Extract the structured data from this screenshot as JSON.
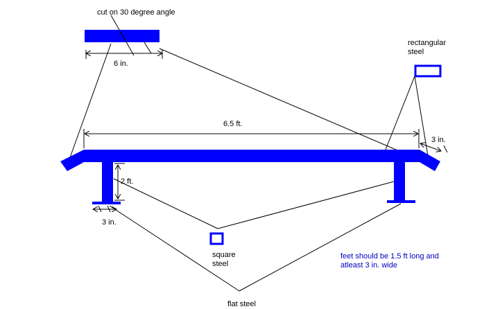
{
  "colors": {
    "steel": "#0000ff",
    "line": "#000000",
    "note": "#0000c0",
    "background": "#ffffff"
  },
  "labels": {
    "cut_angle": "cut on 30 degree angle",
    "cut_length": "6 in.",
    "rect_steel_line1": "rectangular",
    "rect_steel_line2": "steel",
    "top_span": "6.5 ft.",
    "end_cut": "3 in.",
    "leg_height": "2 ft.",
    "foot_width": "3 in.",
    "square_steel_line1": "square",
    "square_steel_line2": "steel",
    "flat_steel": "flat steel"
  },
  "note": {
    "line1": "feet should be 1.5 ft long and",
    "line2": "atleast 3 in. wide"
  }
}
